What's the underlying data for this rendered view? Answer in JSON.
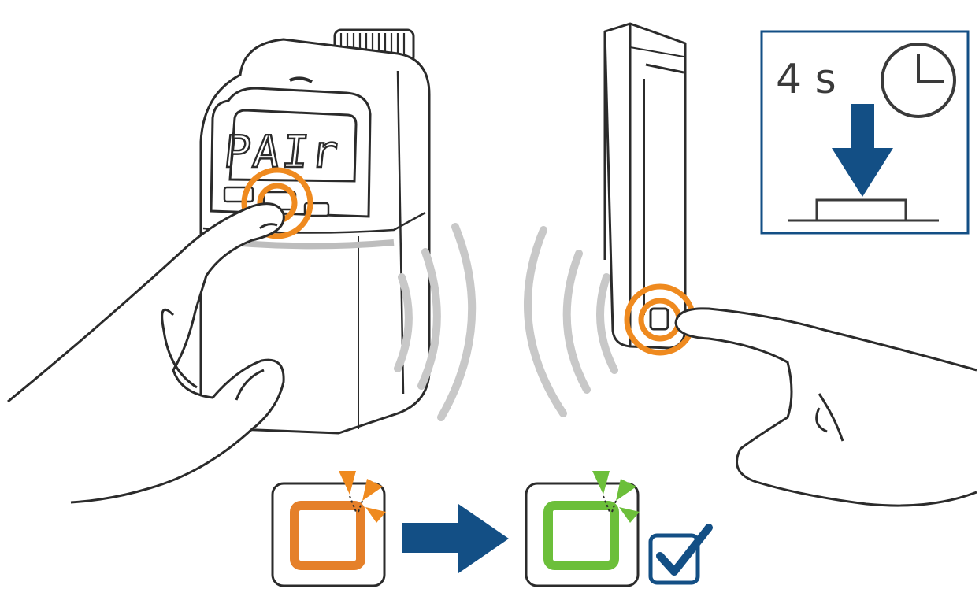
{
  "thermostat": {
    "display_text": "PAIr"
  },
  "timer_inset": {
    "duration_label": "4 s",
    "icon": "clock-icon",
    "action_icon": "press-down-arrow-icon"
  },
  "status_sequence": {
    "before": {
      "icon": "led-square-icon",
      "color": "#e5802a",
      "state": "blinking"
    },
    "transition_icon": "right-arrow-icon",
    "after": {
      "icon": "led-square-icon",
      "color": "#6cbf3a",
      "state": "blinking"
    },
    "confirm_icon": "checkbox-checked-icon"
  },
  "colors": {
    "press_highlight": "#ef8a1f",
    "accent_blue": "#134f85",
    "signal_waves": "#c8c8c8",
    "outline": "#2b2b2b"
  }
}
